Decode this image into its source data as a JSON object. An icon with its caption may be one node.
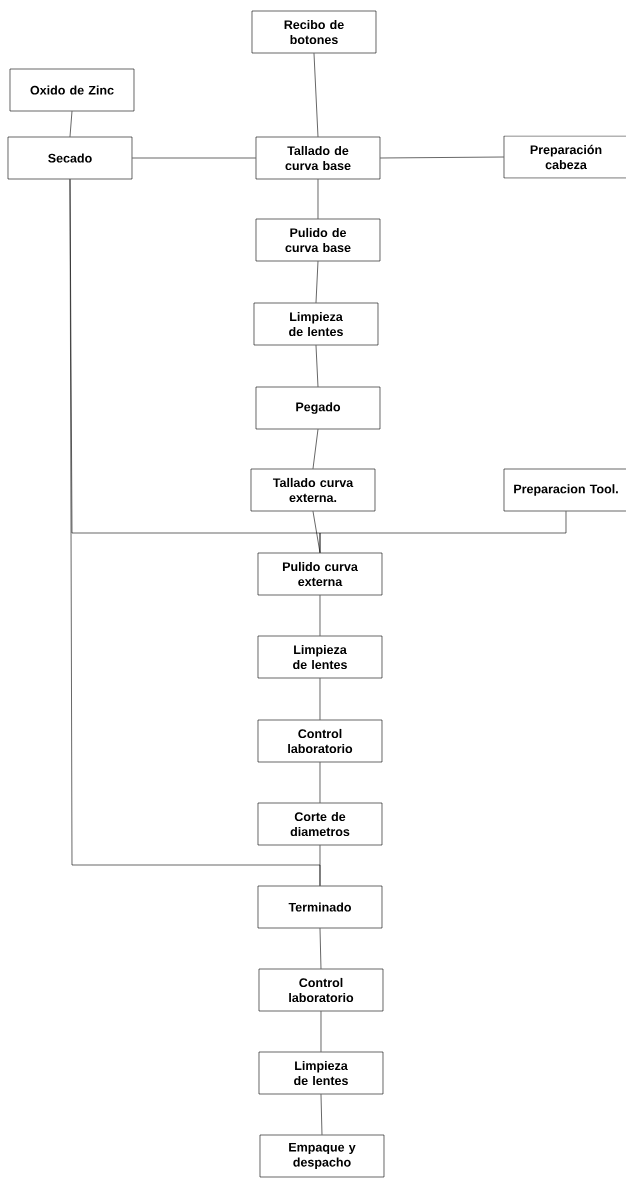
{
  "diagram": {
    "nodes": [
      {
        "text": [
          "Recibo de botones"
        ]
      },
      {
        "text": [
          "Oxido de Zinc"
        ]
      },
      {
        "text": [
          "Secado"
        ]
      },
      {
        "text": [
          "Tallado de curva base"
        ]
      },
      {
        "text": [
          "Preparación cabeza"
        ]
      },
      {
        "text": [
          "Pulido de curva base"
        ]
      },
      {
        "text": [
          "Limpieza de lentes"
        ]
      },
      {
        "text": [
          "Pegado"
        ]
      },
      {
        "text": [
          "Tallado curva externa."
        ]
      },
      {
        "text": [
          "Preparacion Tool."
        ]
      },
      {
        "text": [
          "Pulido curva externa"
        ]
      },
      {
        "text": [
          "Limpieza de lentes"
        ]
      },
      {
        "text": [
          "Control laboratorio"
        ]
      },
      {
        "text": [
          "Corte de diametros"
        ]
      },
      {
        "text": [
          "Terminado"
        ]
      },
      {
        "text": [
          "Control laboratorio"
        ]
      },
      {
        "text": [
          "Limpieza de lentes"
        ]
      },
      {
        "text": [
          "Empaque y despacho"
        ]
      }
    ],
    "edges": [
      {
        "from": 0,
        "to": 3,
        "arrow": "none"
      },
      {
        "from": 1,
        "to": 2,
        "arrow": "none"
      },
      {
        "from": 2,
        "to": 3,
        "arrow": "none"
      },
      {
        "from": 3,
        "to": 4,
        "arrow": "none"
      },
      {
        "from": 3,
        "to": 5,
        "arrow": "none"
      },
      {
        "from": 5,
        "to": 6,
        "arrow": "none"
      },
      {
        "from": 6,
        "to": 7,
        "arrow": "none"
      },
      {
        "from": 7,
        "to": 8,
        "arrow": "none"
      },
      {
        "from": 8,
        "to": 10,
        "arrow": "none"
      },
      {
        "from": 9,
        "to": 10,
        "arrow": "none"
      },
      {
        "from": 2,
        "to": 10,
        "arrow": "none"
      },
      {
        "from": 10,
        "to": 11,
        "arrow": "none"
      },
      {
        "from": 11,
        "to": 12,
        "arrow": "none"
      },
      {
        "from": 12,
        "to": 13,
        "arrow": "none"
      },
      {
        "from": 13,
        "to": 14,
        "arrow": "none"
      },
      {
        "from": 2,
        "to": 14,
        "arrow": "none"
      },
      {
        "from": 14,
        "to": 15,
        "arrow": "none"
      },
      {
        "from": 15,
        "to": 16,
        "arrow": "none"
      },
      {
        "from": 16,
        "to": 17,
        "arrow": "none"
      }
    ]
  }
}
